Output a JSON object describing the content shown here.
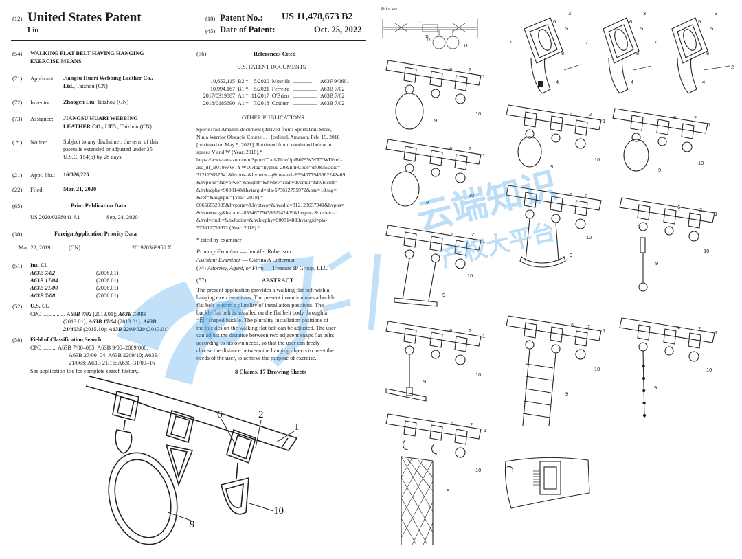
{
  "header": {
    "code12": "(12)",
    "country_title": "United States Patent",
    "inventor_surname": "Liu",
    "code10": "(10)",
    "patent_no_label": "Patent No.:",
    "patent_no": "US 11,478,673 B2",
    "code45": "(45)",
    "date_label": "Date of Patent:",
    "date": "Oct. 25, 2022"
  },
  "biblio": {
    "c54": "(54)",
    "title_l1": "WALKING FLAT BELT HAVING HANGING",
    "title_l2": "EXERCISE MEANS",
    "c71": "(71)",
    "applicant_label": "Applicant:",
    "applicant_l1": "Jiangsu Huari Webbing Leather Co.,",
    "applicant_l2b": "Ltd.",
    "applicant_l2r": ", Taizhou (CN)",
    "c72": "(72)",
    "inventor_label": "Inventor:",
    "inventor_name": "Zhaogen Liu",
    "inventor_place": ", Taizhou (CN)",
    "c73": "(73)",
    "assignee_label": "Assignee:",
    "assignee_l1": "JIANGSU HUARI WEBBING",
    "assignee_l2b": "LEATHER CO., LTD.",
    "assignee_l2r": ", Taizhou (CN)",
    "cnotice": "( * )",
    "notice_label": "Notice:",
    "notice_l1": "Subject to any disclaimer, the term of this",
    "notice_l2": "patent is extended or adjusted under 35",
    "notice_l3": "U.S.C. 154(b) by 28 days.",
    "c21": "(21)",
    "appl_label": "Appl. No.:",
    "appl_no": "16/826,225",
    "c22": "(22)",
    "filed_label": "Filed:",
    "filed_date": "Mar. 21, 2020",
    "c65": "(65)",
    "prior_pub_heading": "Prior Publication Data",
    "prior_pub_no": "US 2020/0298041 A1",
    "prior_pub_date": "Sep. 24, 2020",
    "c30": "(30)",
    "foreign_heading": "Foreign Application Priority Data",
    "foreign_date": "Mar. 22, 2019",
    "foreign_country": "(CN)",
    "foreign_dots": "........................",
    "foreign_no": "201920369950.X",
    "c51": "(51)",
    "intcl_label": "Int. Cl.",
    "intcl": [
      {
        "code": "A63B 7/02",
        "ver": "(2006.01)"
      },
      {
        "code": "A63B 17/04",
        "ver": "(2006.01)"
      },
      {
        "code": "A63B 21/00",
        "ver": "(2006.01)"
      },
      {
        "code": "A63B 7/08",
        "ver": "(2006.01)"
      }
    ],
    "c52": "(52)",
    "uscl_label": "U.S. Cl.",
    "cpc_label": "CPC",
    "cpc_dots": "................",
    "cpc1_b": "A63B 7/02",
    "cpc1_r": "(2013.01);",
    "cpc1_b2": "A63B 7/085",
    "cpc2_r": "(2013.01);",
    "cpc2_b": "A63B 17/04",
    "cpc2_r2": "(2013.01);",
    "cpc2_b2": "A63B",
    "cpc3_b": "21/4035",
    "cpc3_r": "(2015.10);",
    "cpc3_b2": "A63B 2208/029",
    "cpc3_r2": "(2013.01)",
    "c58": "(58)",
    "field_label": "Field of Classification Search",
    "field_cpc_label": "CPC",
    "field_dots": "..........",
    "field_l1": "A63B 7/00–085; A63B 9/00–2009/008;",
    "field_l2": "A63B 27/00–04; A63B 2209/10; A63B",
    "field_l3": "21/068; A63B 21/16; A63G 31/00–16",
    "field_see": "See application file for complete search history."
  },
  "references": {
    "c56": "(56)",
    "heading": "References Cited",
    "us_heading": "U.S. PATENT DOCUMENTS",
    "docs": [
      {
        "no": "10,653,115",
        "kind": "B2 *",
        "date": "5/2020",
        "name": "Mowlds",
        "dots": "..............",
        "cls": "A63F 9/0601"
      },
      {
        "no": "10,994,167",
        "kind": "B1 *",
        "date": "5/2021",
        "name": "Ferreira",
        "dots": "..................",
        "cls": "A63B 7/02"
      },
      {
        "no": "2017/0319887",
        "kind": "A1 *",
        "date": "11/2017",
        "name": "O'Brien",
        "dots": "..................",
        "cls": "A63B 7/02"
      },
      {
        "no": "2018/0185690",
        "kind": "A1 *",
        "date": "7/2018",
        "name": "Coulter",
        "dots": "..................",
        "cls": "A63B 7/02"
      }
    ],
    "other_heading": "OTHER PUBLICATIONS",
    "other_lines": [
      "SportsTrail Amazon document (derived from: SportsTrail Store,",
      "Ninja Warrior Obstacle Course . . . [online], Amazon, Feb. 19, 2018",
      "[retrieved on May 5, 2021], Retrieved from: continued below in",
      "spaces V and W (Year: 2018).*",
      "https://www.amazon.com/SportsTrail-Title/dp/B079WWTYWD/ref=",
      "asc_df_B079WWTYWD/?tag=hyprod-20&linkCode=df0&hvadid=",
      "312123657341&hvpos=&hvnetw=g&hvrand=8594677945962242409",
      "&hvpone=&hvptwo=&hvqmt=&hvdev=c&hvdvcmdl=&hvlocint=",
      "&hvlocphy=9008148&hvtargid=pla-573612755972&psc=1&tag=",
      "&ref=&adgrpid=(Year: 2018).*",
      "60656852805&hvpone=&hvptwo=&hvadid=312123657341&hvpos=",
      "&hvnetw=g&hvrand=8594677945962242409&hvqmt=&hvdev=c",
      "&hvdvcmdl=&hvlocint=&hvlocphy=9008148&hvtargid=pla-",
      "573612759972 (Year: 2018).*"
    ],
    "cited": "* cited by examiner",
    "primary_label": "Primary Examiner",
    "primary_name": "— Jennifer Robertson",
    "assistant_label": "Assistant Examiner",
    "assistant_name": "— Catrina A Letterman",
    "c74": "(74)",
    "attorney_label": "Attorney, Agent, or Firm",
    "attorney_name": "— Treasure IP Group, LLC"
  },
  "abstract": {
    "c57": "(57)",
    "heading": "ABSTRACT",
    "lines": [
      "The present application provides a walking flat belt with a",
      "hanging exercise means. The present invention uses a buckle",
      "flat belt to form a plurality of installation positions. The",
      "buckle flat belt is installed on the flat belt body through a",
      "“日” shaped buckle. The plurality installation positions of",
      "the buckles on the walking flat belt can be adjusted. The user",
      "can adjust the distance between two adjacent snaps flat belts",
      "according to his own needs, so that the user can freely",
      "choose the distance between the hanging objects to meet the",
      "needs of the user, to achieve the purpose of exercise."
    ],
    "claims": "8 Claims, 17 Drawing Sheets"
  },
  "drawings": {
    "prior_art_label": "Prior art",
    "front": {
      "n1": "1",
      "n2": "2",
      "n6": "6",
      "n9": "9",
      "n10": "10"
    },
    "prior": {
      "a": "11",
      "b": "12",
      "c": "13",
      "d": "14"
    },
    "fig_buckle": {
      "n2": "2",
      "n3": "3",
      "n4": "4",
      "n5": "5",
      "n6": "6",
      "n7": "7",
      "n8": "8"
    },
    "fig_std": {
      "n1": "1",
      "n2": "2",
      "n6": "6",
      "n9": "9",
      "n10": "10"
    }
  },
  "watermark": {
    "brand": "云端知识",
    "sub": "产权大平台"
  }
}
